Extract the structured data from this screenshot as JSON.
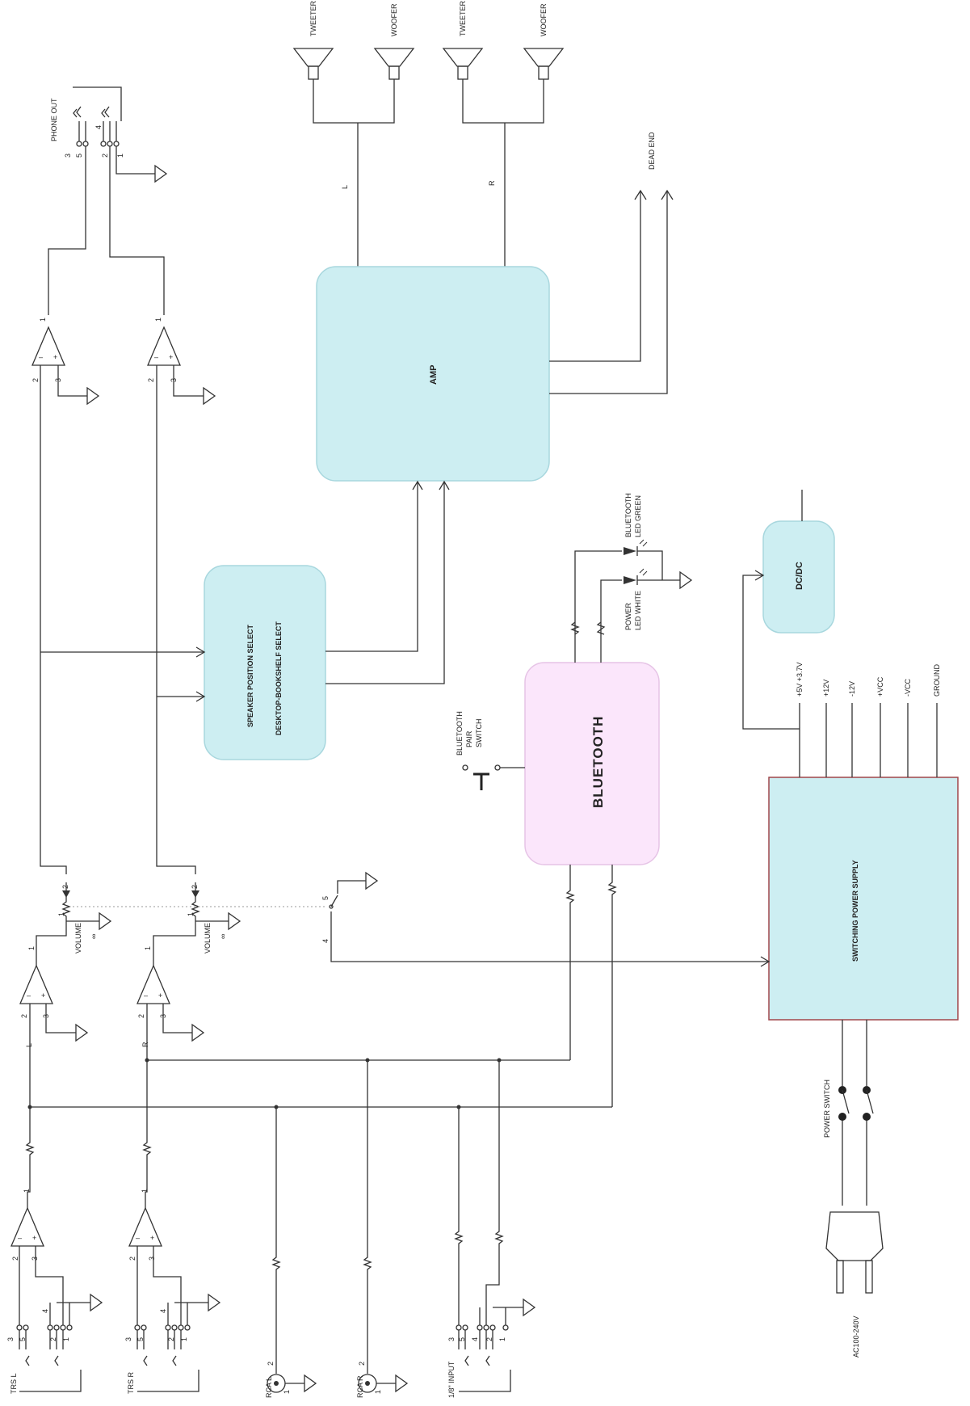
{
  "colors": {
    "block_fill": "#cdeef2",
    "block_stroke": "#a8d7de",
    "bluetooth_fill": "#fbe6fb",
    "psu_stroke": "#a0464b",
    "wire": "#333333"
  },
  "blocks": {
    "amp": "AMP",
    "speaker_select_line1": "SPEAKER POSITION SELECT",
    "speaker_select_line2": "DESKTOP-BOOKSHELF SELECT",
    "bluetooth": "BLUETOOTH",
    "dcdc": "DC/DC",
    "psu": "SWITCHING POWER SUPPLY"
  },
  "speakers": [
    "TWEETER",
    "WOOFER",
    "TWEETER",
    "WOOFER"
  ],
  "channel_labels": {
    "left": "L",
    "right": "R"
  },
  "dead_end": "DEAD END",
  "phone_out": "PHONE OUT",
  "leds": {
    "bluetooth_line1": "BLUETOOTH",
    "bluetooth_line2": "LED GREEN",
    "power_line1": "POWER",
    "power_line2": "LED WHITE"
  },
  "bt_pair": {
    "line1": "BLUETOOTH",
    "line2": "PAIR",
    "line3": "SWITCH"
  },
  "psu_rails": [
    "+5V +3.7V",
    "+12V",
    "-12V",
    "+VCC",
    "-VCC",
    "GROUND"
  ],
  "volume_label": "VOLUME",
  "power_switch": "POWER SWITCH",
  "ac_input": "AC100-240V",
  "inputs": {
    "trs_l": "TRS L",
    "trs_r": "TRS R",
    "rca_l": "RCA L",
    "rca_r": "RCA R",
    "eighth": "1/8\" INPUT"
  },
  "pins": {
    "p1": "1",
    "p2": "2",
    "p3": "3",
    "p4": "4",
    "p5": "5",
    "pinf": "∞"
  }
}
